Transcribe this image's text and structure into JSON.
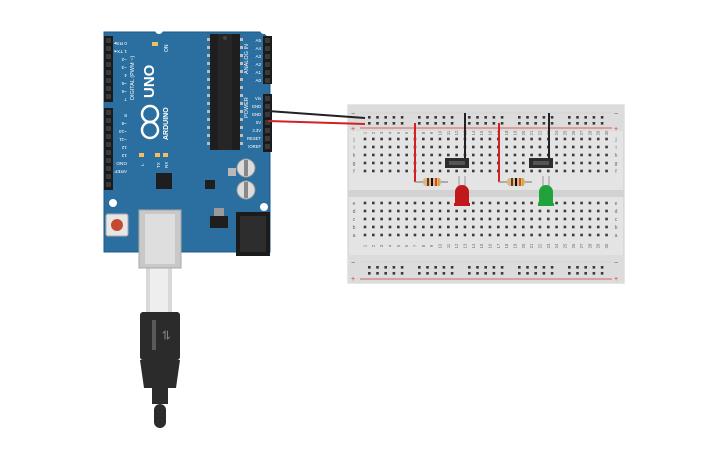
{
  "board": {
    "brand": "ARDUINO",
    "model": "UNO",
    "on_label": "ON",
    "tx_label": "TX",
    "rx_label": "RX",
    "l_label": "L",
    "digital_label": "DIGITAL (PWM ~)",
    "analog_label": "ANALOG IN",
    "power_label": "POWER",
    "digital_pins": [
      "0 RX▸",
      "1 TX◂",
      "~2",
      "~3",
      "4",
      "~5",
      "~6",
      "7",
      "8",
      "~9",
      "~10",
      "~11",
      "12",
      "13",
      "GND",
      "AREF"
    ],
    "power_pins": [
      "Vin",
      "GND",
      "GND",
      "5V",
      "3.3V",
      "RESET",
      "IOREF"
    ],
    "analog_pins": [
      "A5",
      "A4",
      "A3",
      "A2",
      "A1",
      "A0"
    ]
  },
  "breadboard": {
    "column_numbers": [
      "1",
      "2",
      "3",
      "4",
      "5",
      "6",
      "7",
      "8",
      "9",
      "10",
      "11",
      "12",
      "13",
      "14",
      "15",
      "16",
      "17",
      "18",
      "19",
      "20",
      "21",
      "22",
      "23",
      "24",
      "25",
      "26",
      "27",
      "28",
      "29",
      "30"
    ],
    "row_letters_top": [
      "j",
      "i",
      "h",
      "g",
      "f"
    ],
    "row_letters_bottom": [
      "e",
      "d",
      "c",
      "b",
      "a"
    ],
    "rail_minus": "−",
    "rail_plus": "+"
  },
  "components": {
    "led_1_color": "#c0181c",
    "led_2_color": "#1fa33a"
  },
  "colors": {
    "board_blue": "#2a6fa0",
    "wire_black": "#222222",
    "wire_red": "#d42020",
    "rail_red": "#d43a3a"
  }
}
